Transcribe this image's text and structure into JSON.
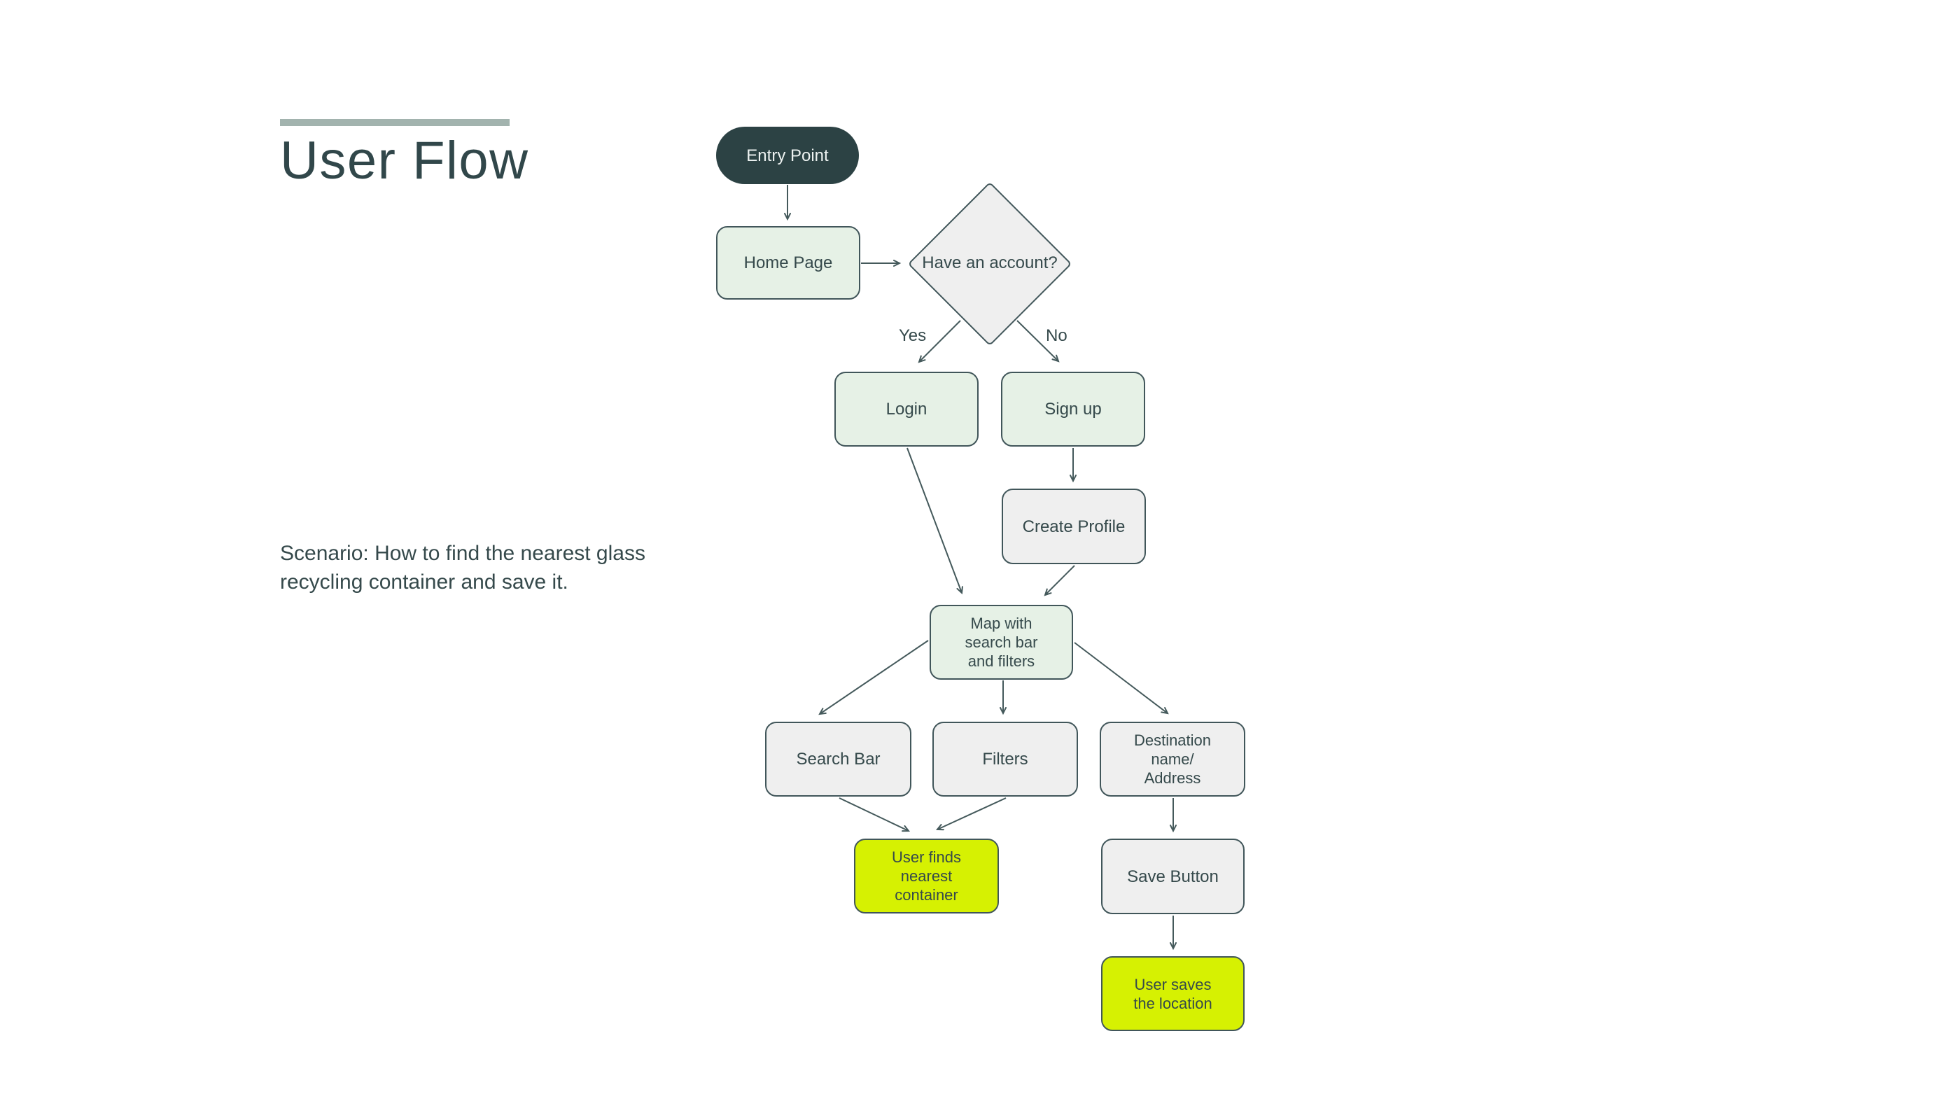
{
  "header": {
    "title": "User Flow"
  },
  "scenario": {
    "text": "Scenario: How to find the nearest glass\nrecycling container and save it."
  },
  "flowchart": {
    "nodes": {
      "entry": {
        "label": "Entry Point",
        "type": "start"
      },
      "home": {
        "label": "Home Page",
        "type": "page"
      },
      "decision": {
        "label": "Have an account?",
        "type": "decision"
      },
      "login": {
        "label": "Login",
        "type": "page"
      },
      "signup": {
        "label": "Sign up",
        "type": "page"
      },
      "create_profile": {
        "label": "Create Profile",
        "type": "step"
      },
      "map": {
        "label": "Map with\nsearch bar\nand filters",
        "type": "page"
      },
      "search_bar": {
        "label": "Search Bar",
        "type": "step"
      },
      "filters": {
        "label": "Filters",
        "type": "step"
      },
      "destination": {
        "label": "Destination\nname/\nAddress",
        "type": "step"
      },
      "user_finds": {
        "label": "User finds\nnearest\ncontainer",
        "type": "outcome"
      },
      "save_button": {
        "label": "Save Button",
        "type": "step"
      },
      "user_saves": {
        "label": "User saves\nthe location",
        "type": "outcome"
      }
    },
    "edge_labels": {
      "yes": "Yes",
      "no": "No"
    }
  },
  "colors": {
    "accent_bar": "#A2B3AE",
    "start_node_bg": "#2C4244",
    "page_node_bg": "#E6F1E6",
    "step_node_bg": "#EFEFEF",
    "outcome_node_bg": "#D6F102",
    "line": "#44595B",
    "text": "#35494B"
  }
}
